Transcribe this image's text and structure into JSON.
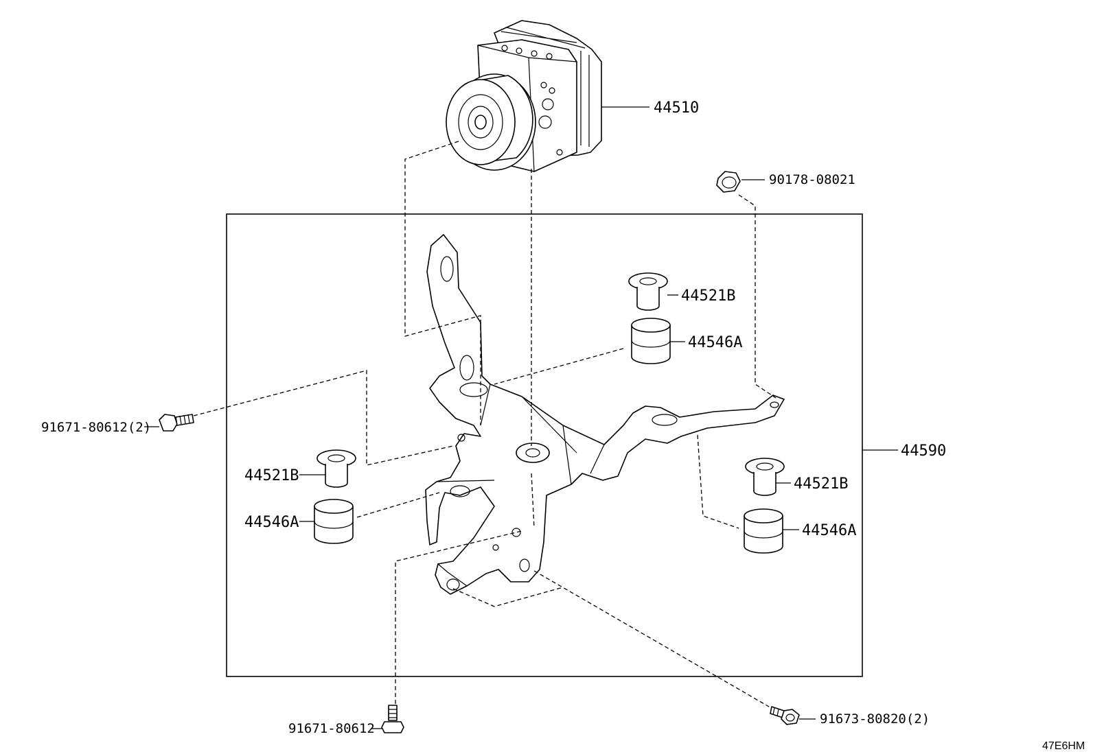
{
  "diagram": {
    "drawing_code": "47E6HM",
    "parts": [
      {
        "id": "abs-actuator",
        "number": "44510"
      },
      {
        "id": "nut",
        "number": "90178-08021"
      },
      {
        "id": "bracket",
        "number": "44590"
      },
      {
        "id": "bolt-left",
        "number": "91671-80612(2)"
      },
      {
        "id": "bolt-bottom",
        "number": "91671-80612"
      },
      {
        "id": "bolt-bottom-right",
        "number": "91673-80820(2)"
      },
      {
        "id": "collar-top",
        "number": "44521B"
      },
      {
        "id": "cushion-top",
        "number": "44546A"
      },
      {
        "id": "collar-left",
        "number": "44521B"
      },
      {
        "id": "cushion-left",
        "number": "44546A"
      },
      {
        "id": "collar-right",
        "number": "44521B"
      },
      {
        "id": "cushion-right",
        "number": "44546A"
      }
    ]
  }
}
